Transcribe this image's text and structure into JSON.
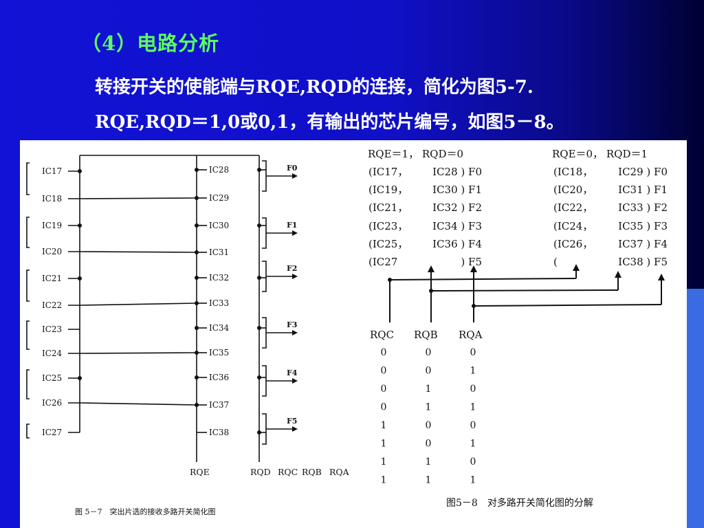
{
  "heading": "（4）电路分析",
  "paragraph": {
    "line1": "转接开关的使能端与RQE,RQD的连接，简化为图5-7.",
    "line2": "RQE,RQD＝1,0或0,1，有输出的芯片编号，如图5－8。"
  },
  "fig57": {
    "left_chips": [
      "IC17",
      "IC18",
      "IC19",
      "IC20",
      "IC21",
      "IC22",
      "IC23",
      "IC24",
      "IC25",
      "IC26",
      "IC27"
    ],
    "right_chips": [
      "IC28",
      "IC29",
      "IC30",
      "IC31",
      "IC32",
      "IC33",
      "IC34",
      "IC35",
      "IC36",
      "IC37",
      "IC38"
    ],
    "outputs": [
      "F0",
      "F1",
      "F2",
      "F3",
      "F4",
      "F5"
    ],
    "bottom_labels": [
      "RQE",
      "RQD",
      "RQC",
      "RQB",
      "RQA"
    ],
    "caption": "图 5－7　突出片选的接收多路开关简化图"
  },
  "fig58": {
    "col1_header": "RQE＝1，  RQD＝0",
    "col2_header": "RQE＝0，  RQD＝1",
    "col1_rows": [
      [
        "(IC17，",
        "IC28 ) F0"
      ],
      [
        "(IC19，",
        "IC30 ) F1"
      ],
      [
        "(IC21，",
        "IC32 ) F2"
      ],
      [
        "(IC23，",
        "IC34 ) F3"
      ],
      [
        "(IC25，",
        "IC36 ) F4"
      ],
      [
        "(IC27",
        ") F5"
      ]
    ],
    "col2_rows": [
      [
        "(IC18，",
        "IC29 ) F0"
      ],
      [
        "(IC20，",
        "IC31 ) F1"
      ],
      [
        "(IC22，",
        "IC33 ) F2"
      ],
      [
        "(IC24，",
        "IC35 ) F3"
      ],
      [
        "(IC26，",
        "IC37 ) F4"
      ],
      [
        "(",
        "IC38 ) F5"
      ]
    ],
    "table_headers": [
      "RQC",
      "RQB",
      "RQA"
    ],
    "table_rows": [
      [
        "0",
        "0",
        "0"
      ],
      [
        "0",
        "0",
        "1"
      ],
      [
        "0",
        "1",
        "0"
      ],
      [
        "0",
        "1",
        "1"
      ],
      [
        "1",
        "0",
        "0"
      ],
      [
        "1",
        "0",
        "1"
      ],
      [
        "1",
        "1",
        "0"
      ],
      [
        "1",
        "1",
        "1"
      ]
    ],
    "caption": "图5－8　对多路开关简化图的分解"
  }
}
